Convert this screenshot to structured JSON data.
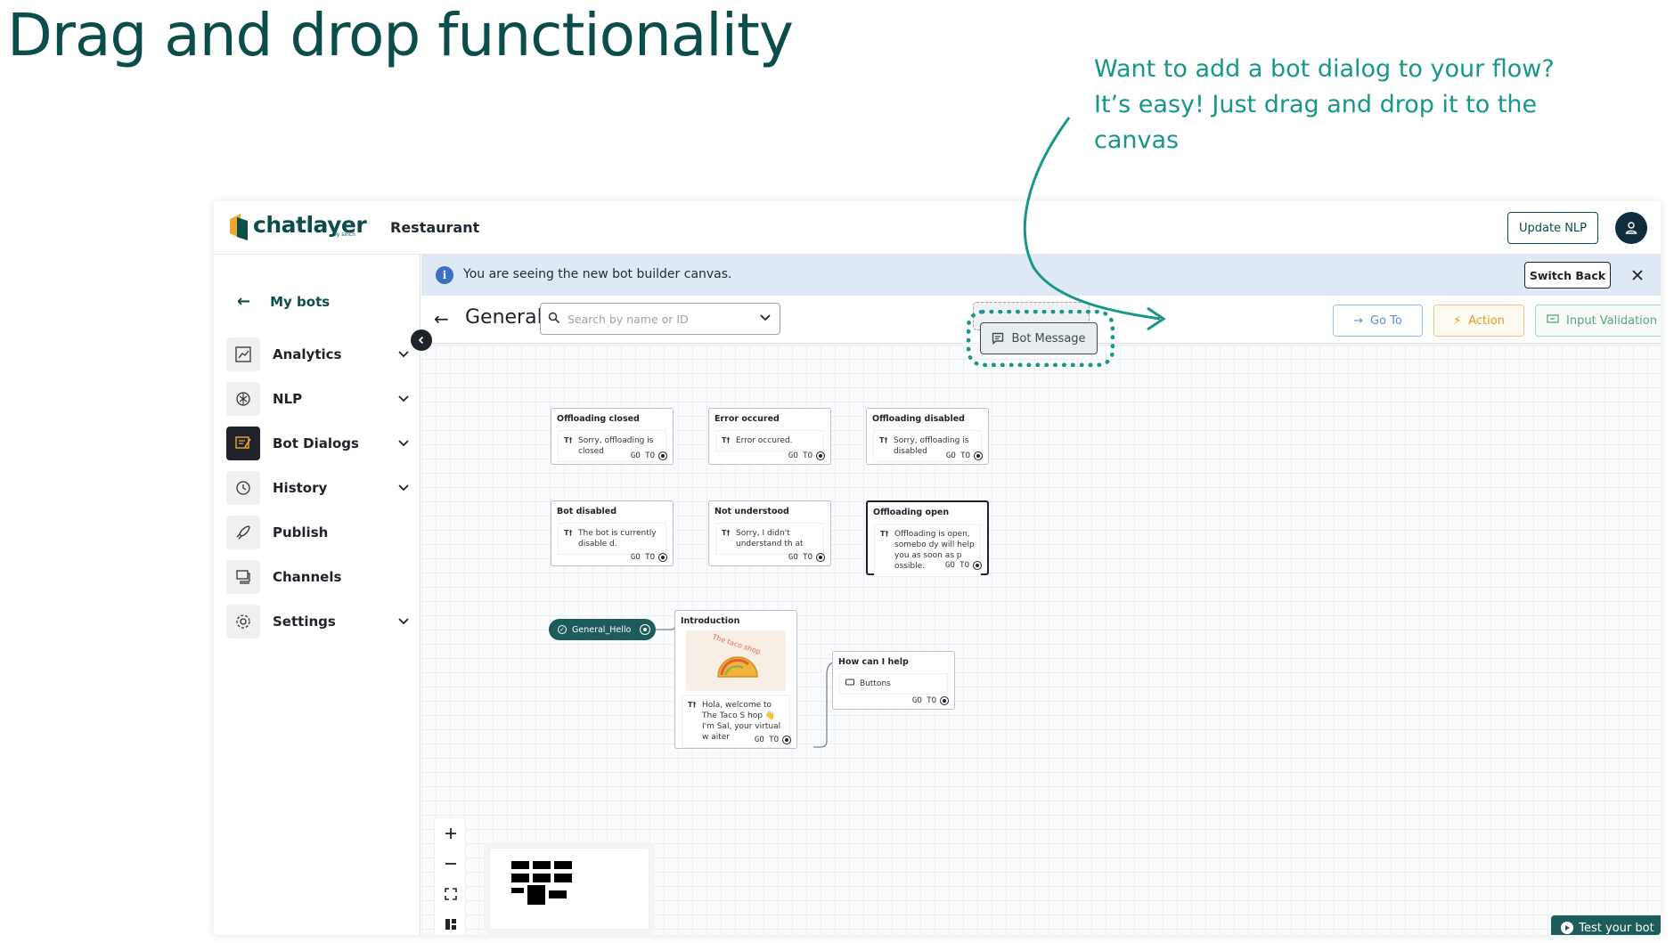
{
  "slide": {
    "title": "Drag and drop functionality",
    "callout": "Want to add a bot dialog to your flow? It’s easy! Just drag and drop it to the canvas"
  },
  "header": {
    "logo_text": "chatlayer",
    "logo_sub": "by sinch",
    "bot_name": "Restaurant",
    "update_label": "Update NLP",
    "avatar_icon": "user-icon"
  },
  "sidebar": {
    "back_label": "My bots",
    "items": [
      {
        "label": "Analytics",
        "icon": "analytics-icon",
        "expandable": true
      },
      {
        "label": "NLP",
        "icon": "brain-icon",
        "expandable": true
      },
      {
        "label": "Bot Dialogs",
        "icon": "dialogs-icon",
        "expandable": true
      },
      {
        "label": "History",
        "icon": "history-icon",
        "expandable": true
      },
      {
        "label": "Publish",
        "icon": "rocket-icon",
        "expandable": false
      },
      {
        "label": "Channels",
        "icon": "channels-icon",
        "expandable": false
      },
      {
        "label": "Settings",
        "icon": "gear-icon",
        "expandable": true
      }
    ]
  },
  "banner": {
    "text": "You are seeing the new bot builder canvas.",
    "switch_label": "Switch Back"
  },
  "toolbar": {
    "title": "General",
    "search_placeholder": "Search by name or ID",
    "bot_message": "Bot Message",
    "goto": "Go To",
    "action": "Action",
    "input_validation": "Input Validation"
  },
  "canvas": {
    "goto_label": "GO TO",
    "cards": [
      {
        "title": "Offloading closed",
        "message": "Sorry, offloading is closed"
      },
      {
        "title": "Error occured",
        "message": "Error occured."
      },
      {
        "title": "Offloading disabled",
        "message": "Sorry, offloading is disabled"
      },
      {
        "title": "Bot disabled",
        "message": "The bot is currently disable d."
      },
      {
        "title": "Not understood",
        "message": "Sorry, I didn't understand th at"
      },
      {
        "title": "Offloading open",
        "message": "Offloading is open, somebo dy will help you as soon as p ossible."
      }
    ],
    "start_node": "General_Hello",
    "intro": {
      "title": "Introduction",
      "image_text": "The taco shop",
      "message": "Hola, welcome to The Taco S hop 👋 I'm Sal, your virtual w aiter"
    },
    "help": {
      "title": "How can I help",
      "message": "Buttons"
    },
    "test_label": "Test your bot"
  },
  "colors": {
    "brand_dark": "#0b4d4a",
    "callout_teal": "#17968a",
    "goto_blue": "#5d8fd4",
    "action_orange": "#e8982a",
    "input_green": "#55a77a"
  }
}
